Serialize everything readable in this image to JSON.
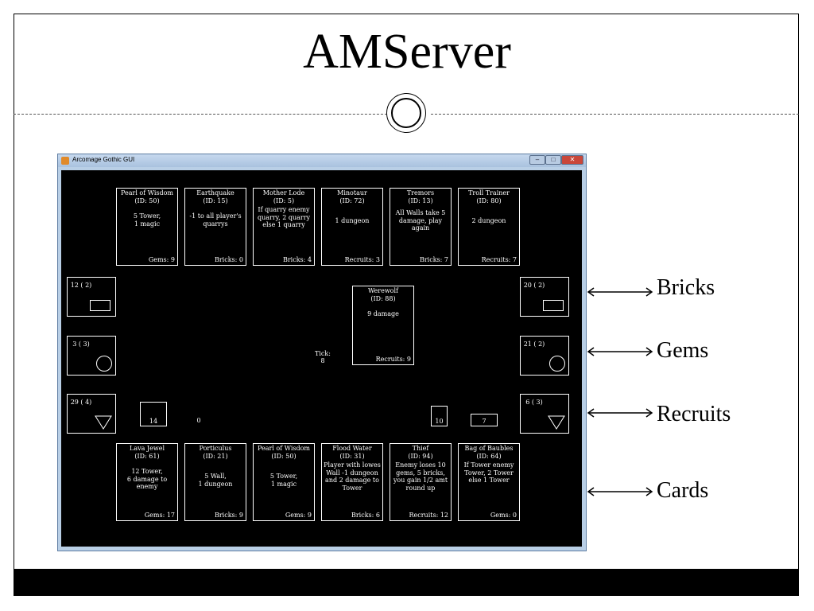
{
  "slide": {
    "title": "AMServer"
  },
  "window": {
    "title": "Arcomage Gothic GUI",
    "min_glyph": "–",
    "max_glyph": "□",
    "close_glyph": "✕"
  },
  "top_cards": [
    {
      "name": "Pearl of Wisdom",
      "id": "(ID: 50)",
      "desc": "5 Tower,\n1 magic",
      "cost": "Gems: 9"
    },
    {
      "name": "Earthquake",
      "id": "(ID: 15)",
      "desc": "-1 to all player's quarrys",
      "cost": "Bricks: 0"
    },
    {
      "name": "Mother Lode",
      "id": "(ID: 5)",
      "desc": "If quarry enemy quarry, 2 quarry else 1 quarry",
      "cost": "Bricks: 4"
    },
    {
      "name": "Minotaur",
      "id": "(ID: 72)",
      "desc": "1 dungeon",
      "cost": "Recruits: 3"
    },
    {
      "name": "Tremors",
      "id": "(ID: 13)",
      "desc": "All Walls take 5 damage, play again",
      "cost": "Bricks: 7"
    },
    {
      "name": "Troll Trainer",
      "id": "(ID: 80)",
      "desc": "2 dungeon",
      "cost": "Recruits: 7"
    }
  ],
  "bottom_cards": [
    {
      "name": "Lava Jewel",
      "id": "(ID: 61)",
      "desc": "12 Tower,\n6 damage to enemy",
      "cost": "Gems: 17"
    },
    {
      "name": "Porticulus",
      "id": "(ID: 21)",
      "desc": "5 Wall,\n1 dungeon",
      "cost": "Bricks: 9"
    },
    {
      "name": "Pearl of Wisdom",
      "id": "(ID: 50)",
      "desc": "5 Tower,\n1 magic",
      "cost": "Gems: 9"
    },
    {
      "name": "Flood Water",
      "id": "(ID: 31)",
      "desc": "Player with lowes Wall -1 dungeon and 2 damage to Tower",
      "cost": "Bricks: 6"
    },
    {
      "name": "Thief",
      "id": "(ID: 94)",
      "desc": "Enemy loses 10 gems, 5 bricks, you gain 1/2 amt round up",
      "cost": "Recruits: 12"
    },
    {
      "name": "Bag of Baubles",
      "id": "(ID: 64)",
      "desc": "If Tower enemy Tower, 2 Tower else 1 Tower",
      "cost": "Gems: 0"
    }
  ],
  "played_card": {
    "name": "Werewolf",
    "id": "(ID: 88)",
    "desc": "9 damage",
    "cost": "Recruits: 9"
  },
  "tick": {
    "label": "Tick:",
    "value": "8"
  },
  "left_player": {
    "bricks": "12 ( 2)",
    "gems": "3 ( 3)",
    "recruits": "29 ( 4)",
    "tower": "14",
    "wall": "0"
  },
  "right_player": {
    "bricks": "20 ( 2)",
    "gems": "21 ( 2)",
    "recruits": "6 ( 3)",
    "tower": "10",
    "wall": "7"
  },
  "annotations": {
    "bricks": "Bricks",
    "gems": "Gems",
    "recruits": "Recruits",
    "cards": "Cards"
  }
}
